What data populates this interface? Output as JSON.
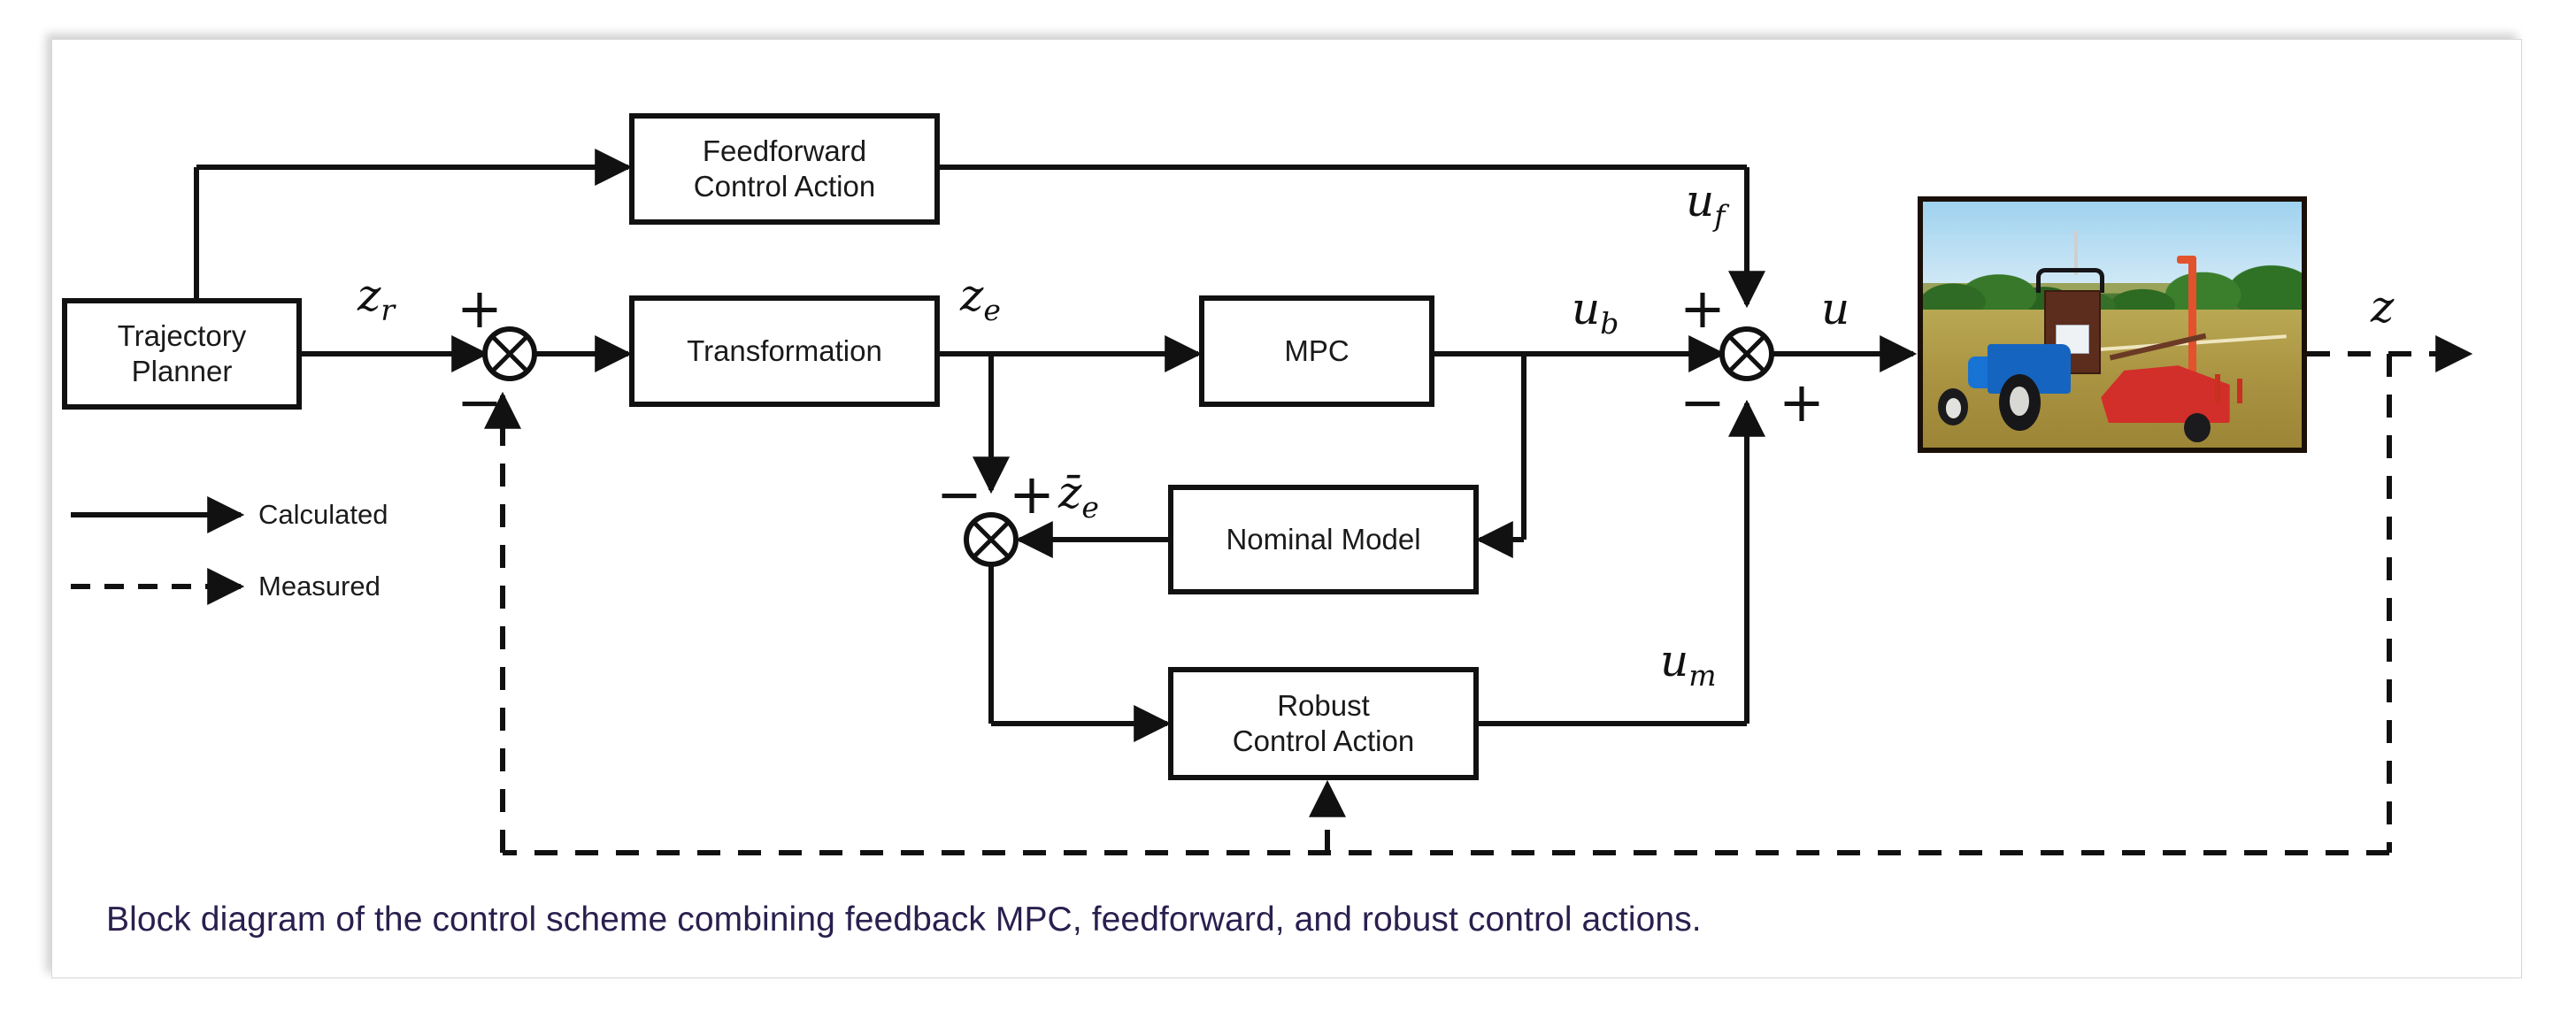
{
  "figure": {
    "caption": "Block diagram of the control scheme combining feedback MPC, feedforward, and robust control actions."
  },
  "blocks": [
    {
      "id": "trajectory-planner",
      "label": "Trajectory\nPlanner"
    },
    {
      "id": "feedforward-control",
      "label": "Feedforward\nControl Action"
    },
    {
      "id": "transformation",
      "label": "Transformation"
    },
    {
      "id": "mpc",
      "label": "MPC"
    },
    {
      "id": "nominal-model",
      "label": "Nominal Model"
    },
    {
      "id": "robust-control",
      "label": "Robust\nControl Action"
    }
  ],
  "plant": {
    "id": "vehicle-photo",
    "description": "Tractor with trailed implement in a field"
  },
  "signals": [
    {
      "id": "z_r",
      "base": "z",
      "sub": "r"
    },
    {
      "id": "z_e",
      "base": "z",
      "sub": "e"
    },
    {
      "id": "ze_bar",
      "base": "z̄",
      "sub": "e"
    },
    {
      "id": "u_f",
      "base": "u",
      "sub": "f"
    },
    {
      "id": "u_b",
      "base": "u",
      "sub": "b"
    },
    {
      "id": "u_m",
      "base": "u",
      "sub": "m"
    },
    {
      "id": "u",
      "base": "u",
      "sub": ""
    },
    {
      "id": "z",
      "base": "z",
      "sub": ""
    }
  ],
  "summing_junctions": [
    {
      "id": "junction-error",
      "signs": [
        "+",
        "−"
      ]
    },
    {
      "id": "junction-model",
      "signs": [
        "−",
        "+"
      ]
    },
    {
      "id": "junction-output",
      "signs": [
        "+",
        "−",
        "+"
      ]
    }
  ],
  "legend": {
    "items": [
      {
        "id": "legend-calculated",
        "label": "Calculated",
        "style": "solid"
      },
      {
        "id": "legend-measured",
        "label": "Measured",
        "style": "dashed"
      }
    ]
  },
  "colors": {
    "line": "#111111",
    "block_border": "#111111",
    "block_fill": "#ffffff",
    "text": "#1a1a1a",
    "caption_text": "#2a1f4e",
    "frame_border": "#d8d8d8"
  }
}
